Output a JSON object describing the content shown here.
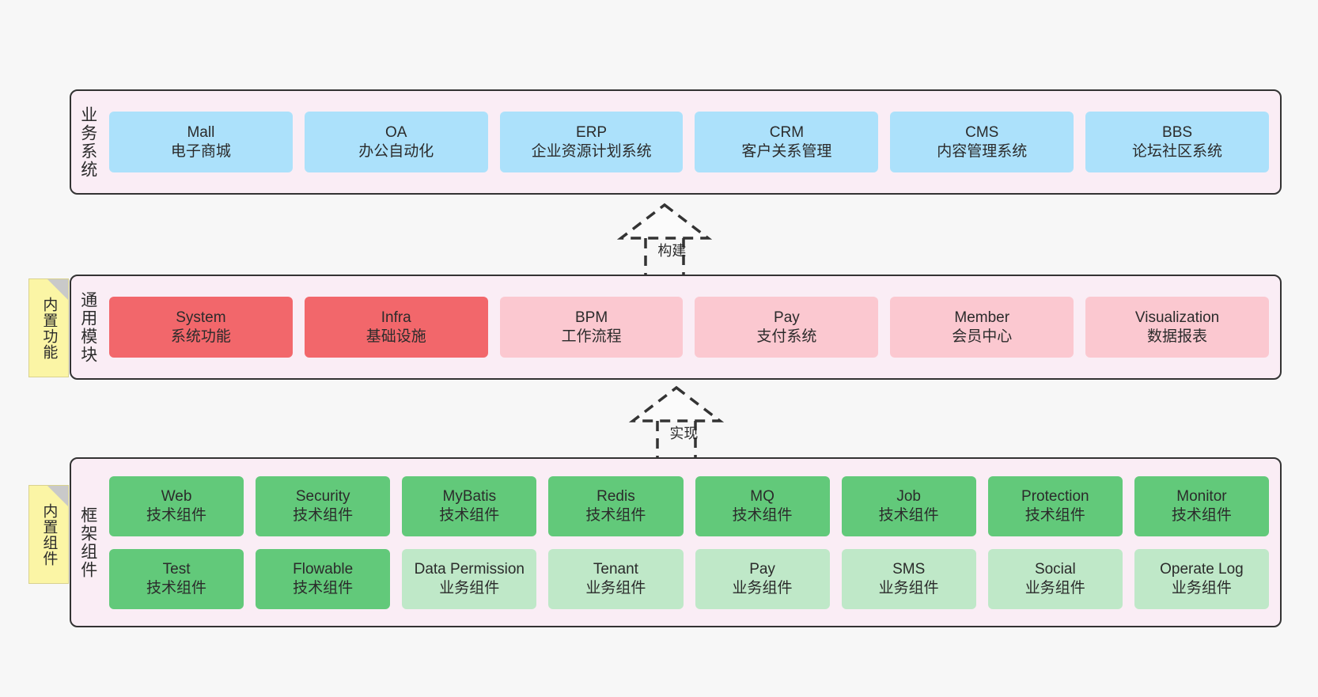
{
  "diagram": {
    "background_color": "#f7f7f7",
    "layer_fill": "#faedf5",
    "layer_border": "#333333"
  },
  "palette": {
    "blue": "#ace1fb",
    "red": "#f2676b",
    "pink": "#fbc8d0",
    "green": "#62c97a",
    "light_green": "#bfe8c8",
    "note_yellow": "#fbf5a5",
    "note_fold": "#c9c9c9"
  },
  "layers": [
    {
      "id": "business",
      "title": "业务系统",
      "rows": [
        [
          {
            "title": "Mall",
            "sub": "电子商城",
            "color": "blue"
          },
          {
            "title": "OA",
            "sub": "办公自动化",
            "color": "blue"
          },
          {
            "title": "ERP",
            "sub": "企业资源计划系统",
            "color": "blue"
          },
          {
            "title": "CRM",
            "sub": "客户关系管理",
            "color": "blue"
          },
          {
            "title": "CMS",
            "sub": "内容管理系统",
            "color": "blue"
          },
          {
            "title": "BBS",
            "sub": "论坛社区系统",
            "color": "blue"
          }
        ]
      ]
    },
    {
      "id": "modules",
      "title": "通用模块",
      "note": "内置功能",
      "rows": [
        [
          {
            "title": "System",
            "sub": "系统功能",
            "color": "red"
          },
          {
            "title": "Infra",
            "sub": "基础设施",
            "color": "red"
          },
          {
            "title": "BPM",
            "sub": "工作流程",
            "color": "pink"
          },
          {
            "title": "Pay",
            "sub": "支付系统",
            "color": "pink"
          },
          {
            "title": "Member",
            "sub": "会员中心",
            "color": "pink"
          },
          {
            "title": "Visualization",
            "sub": "数据报表",
            "color": "pink"
          }
        ]
      ]
    },
    {
      "id": "framework",
      "title": "框架组件",
      "note": "内置组件",
      "rows": [
        [
          {
            "title": "Web",
            "sub": "技术组件",
            "color": "green"
          },
          {
            "title": "Security",
            "sub": "技术组件",
            "color": "green"
          },
          {
            "title": "MyBatis",
            "sub": "技术组件",
            "color": "green"
          },
          {
            "title": "Redis",
            "sub": "技术组件",
            "color": "green"
          },
          {
            "title": "MQ",
            "sub": "技术组件",
            "color": "green"
          },
          {
            "title": "Job",
            "sub": "技术组件",
            "color": "green"
          },
          {
            "title": "Protection",
            "sub": "技术组件",
            "color": "green"
          },
          {
            "title": "Monitor",
            "sub": "技术组件",
            "color": "green"
          }
        ],
        [
          {
            "title": "Test",
            "sub": "技术组件",
            "color": "green"
          },
          {
            "title": "Flowable",
            "sub": "技术组件",
            "color": "green"
          },
          {
            "title": "Data Permission",
            "sub": "业务组件",
            "color": "light_green"
          },
          {
            "title": "Tenant",
            "sub": "业务组件",
            "color": "light_green"
          },
          {
            "title": "Pay",
            "sub": "业务组件",
            "color": "light_green"
          },
          {
            "title": "SMS",
            "sub": "业务组件",
            "color": "light_green"
          },
          {
            "title": "Social",
            "sub": "业务组件",
            "color": "light_green"
          },
          {
            "title": "Operate Log",
            "sub": "业务组件",
            "color": "light_green"
          }
        ]
      ]
    }
  ],
  "notes": [
    {
      "id": "note-functions",
      "label": "内置功能"
    },
    {
      "id": "note-components",
      "label": "内置组件"
    }
  ],
  "arrows": [
    {
      "id": "arrow-build",
      "label": "构建",
      "style": "dashed-hollow-triangle",
      "direction": "up"
    },
    {
      "id": "arrow-realize",
      "label": "实现",
      "style": "dashed-hollow-triangle",
      "direction": "up"
    }
  ]
}
